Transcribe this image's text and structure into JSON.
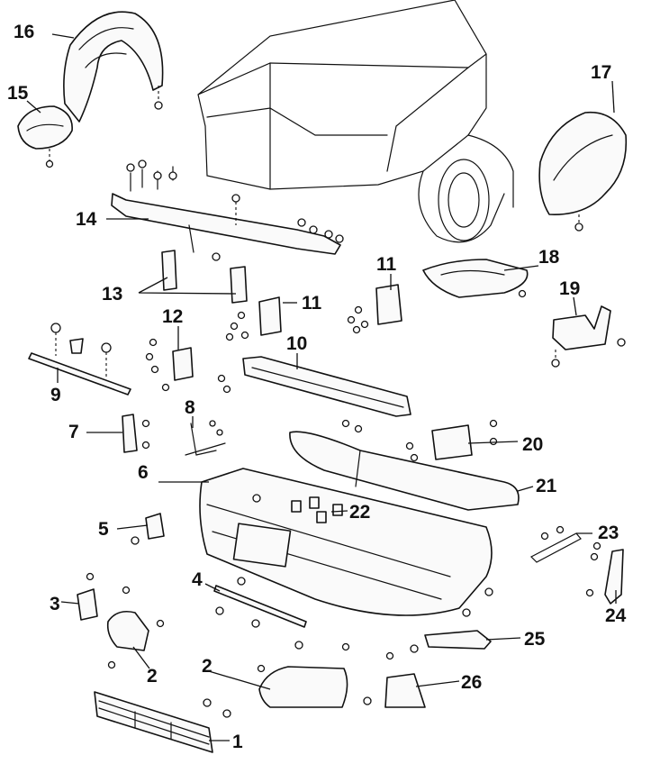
{
  "callouts": [
    "1",
    "2",
    "2",
    "3",
    "4",
    "5",
    "6",
    "7",
    "8",
    "9",
    "10",
    "11",
    "11",
    "12",
    "13",
    "14",
    "15",
    "16",
    "17",
    "18",
    "19",
    "20",
    "21",
    "22",
    "23",
    "24",
    "25",
    "26"
  ]
}
